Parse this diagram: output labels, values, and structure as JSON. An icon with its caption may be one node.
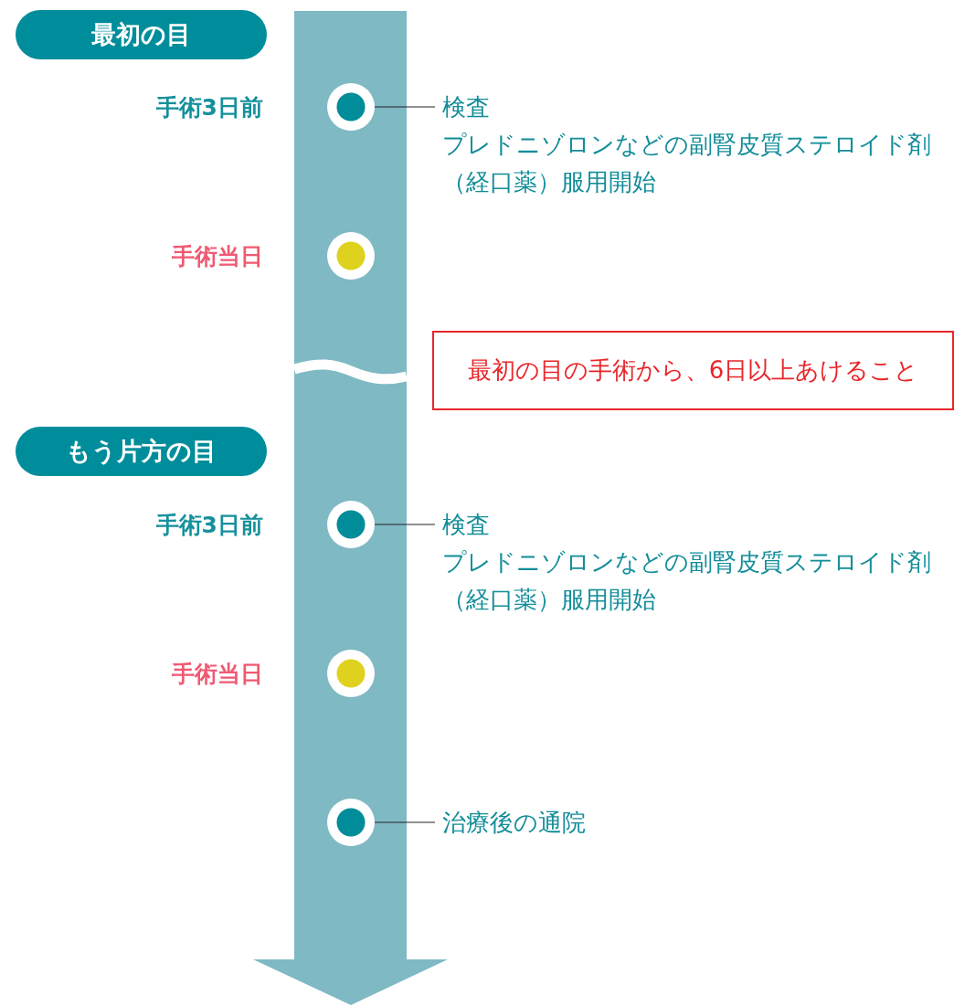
{
  "diagram": {
    "nodes": [
      {
        "text": [
          "最初の目"
        ]
      },
      {
        "text": [],
        "shape": "circle"
      },
      {
        "text": [
          "検査",
          "プレドニゾロンなどの副腎皮質ステロイド剤（経口薬）服用開始"
        ]
      },
      {
        "text": [],
        "shape": "circle"
      },
      {
        "text": [
          "最初の目の手術から、6日以上あけること"
        ]
      },
      {
        "text": [
          "もう片方の目"
        ]
      },
      {
        "text": [],
        "shape": "circle"
      },
      {
        "text": [
          "検査",
          "プレドニゾロンなどの副腎皮質ステロイド剤（経口薬）服用開始"
        ]
      },
      {
        "text": [],
        "shape": "circle"
      },
      {
        "text": [],
        "shape": "circle"
      },
      {
        "text": [
          "治療後の通院"
        ]
      }
    ],
    "edges": [
      {
        "from": 1,
        "to": 2,
        "arrow": "none"
      },
      {
        "from": 6,
        "to": 7,
        "arrow": "none"
      },
      {
        "from": 9,
        "to": 10,
        "arrow": "none"
      }
    ],
    "labels": [
      "手術3日前",
      "手術当日",
      "手術3日前",
      "手術当日"
    ]
  }
}
